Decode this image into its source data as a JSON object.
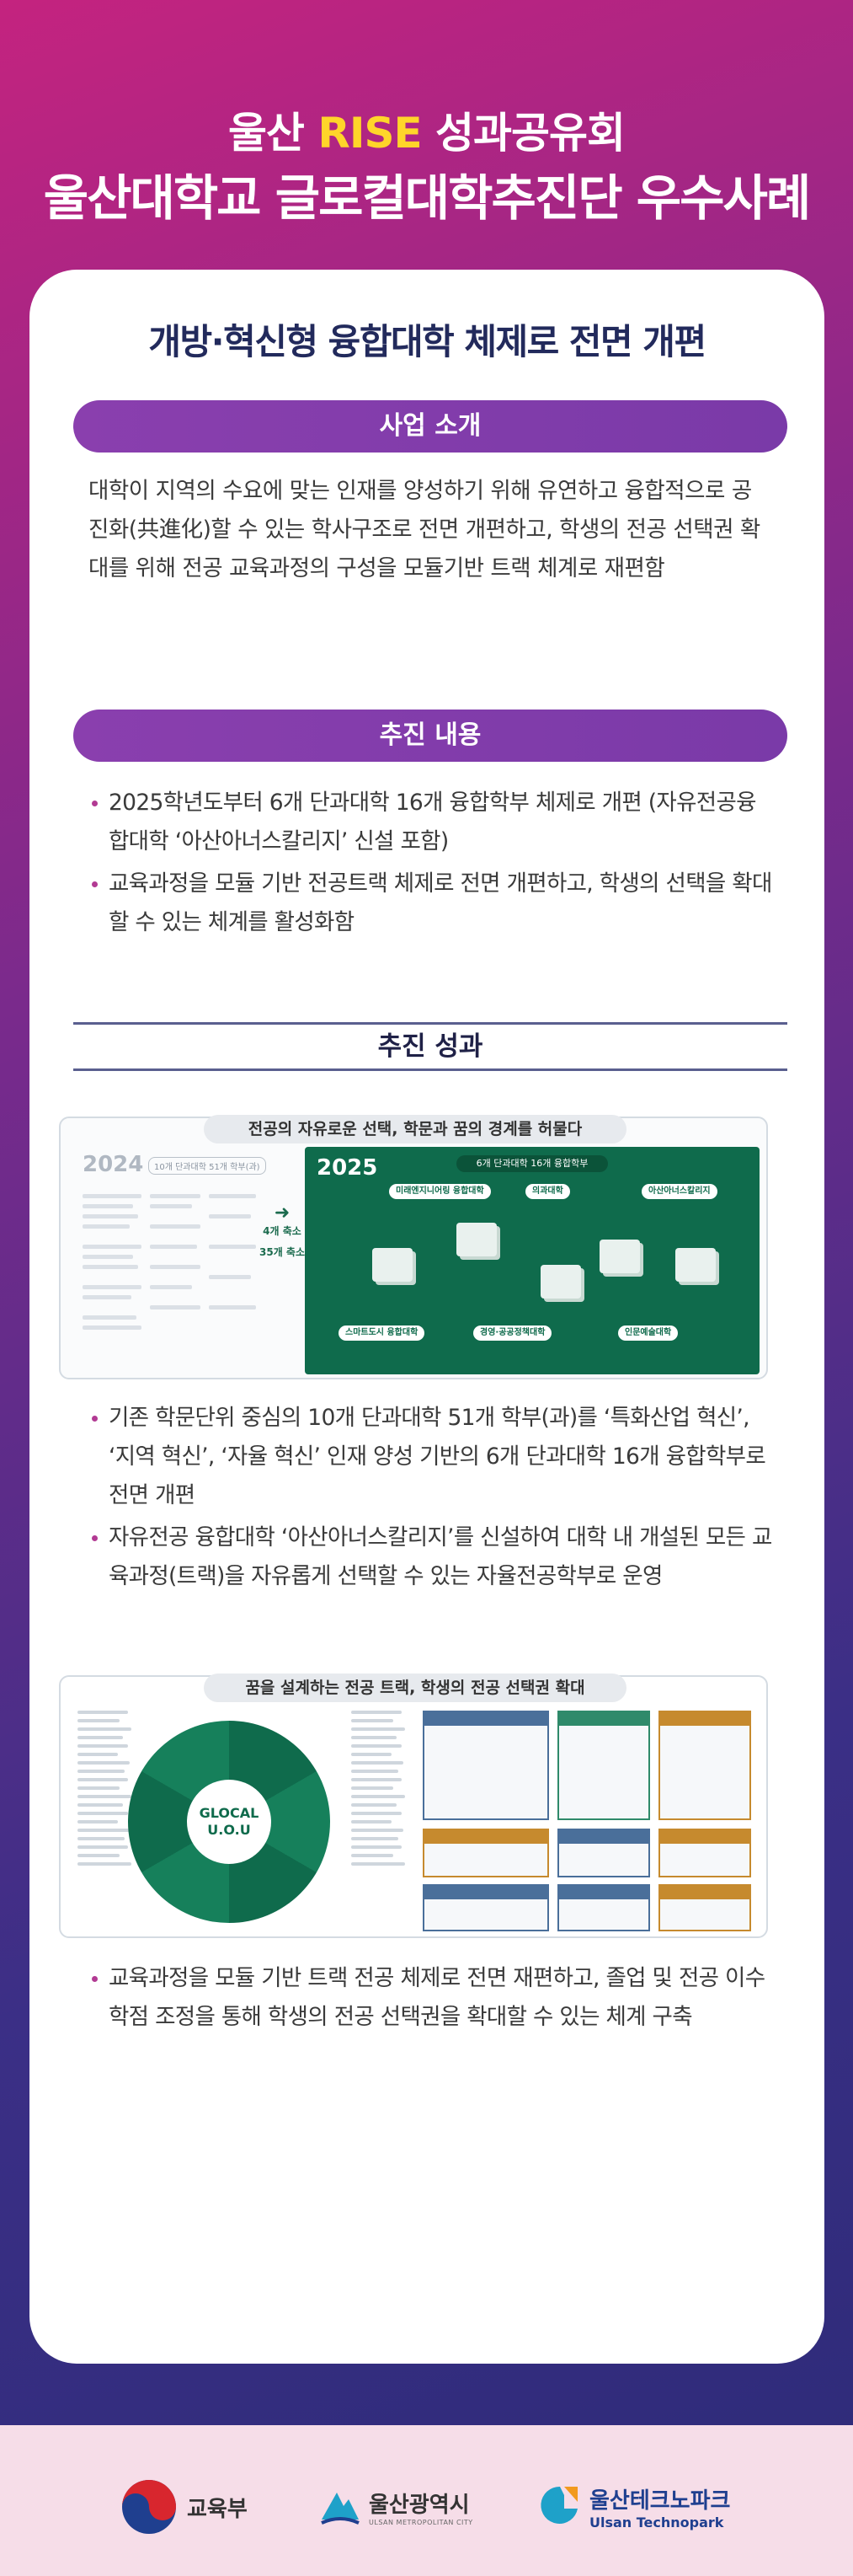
{
  "header": {
    "line1_pre": "울산 ",
    "line1_hl": "RISE",
    "line1_post": " 성과공유회",
    "line2": "울산대학교 글로컬대학추진단 우수사례"
  },
  "card": {
    "title": "개방·혁신형 융합대학 체제로 전면 개편",
    "intro": {
      "heading": "사업 소개",
      "text": "대학이 지역의 수요에 맞는 인재를 양성하기 위해 유연하고 융합적으로 공진화(共進化)할 수 있는 학사구조로 전면 개편하고, 학생의 전공 선택권 확대를 위해 전공 교육과정의 구성을 모듈기반 트랙 체계로 재편함"
    },
    "progress": {
      "heading": "추진 내용",
      "bullets": [
        "2025학년도부터 6개 단과대학 16개 융합학부 체제로 개편 (자유전공융합대학 ‘아산아너스칼리지’ 신설 포함)",
        "교육과정을 모듈 기반 전공트랙 체제로 전면 개편하고, 학생의 선택을 확대할 수 있는 체계를 활성화함"
      ]
    },
    "results": {
      "heading": "추진 성과",
      "infographic1": {
        "banner": "전공의 자유로운 선택, 학문과 꿈의 경계를 허물다",
        "left_year": "2024",
        "left_sub": "10개 단과대학 51개 학부(과)",
        "right_year": "2025",
        "right_badge": "6개 단과대학 16개 융합학부",
        "arrow_text1": "4개 축소",
        "arrow_text2": "35개 축소",
        "colleges_top": [
          "미래엔지니어링 융합대학",
          "의과대학",
          "아산아너스칼리지"
        ],
        "colleges_bottom": [
          "스마트도시 융합대학",
          "경영·공공정책대학",
          "인문예술대학"
        ]
      },
      "bullets1": [
        "기존 학문단위 중심의 10개 단과대학 51개 학부(과)를 ‘특화산업 혁신’, ‘지역 혁신’, ‘자율 혁신’ 인재 양성 기반의 6개 단과대학 16개 융합학부로 전면 개편",
        "자유전공 융합대학 ‘아산아너스칼리지’를 신설하여 대학 내 개설된 모든 교육과정(트랙)을 자유롭게 선택할 수 있는 자율전공학부로 운영"
      ],
      "infographic2": {
        "banner": "꿈을 설계하는 전공 트랙, 학생의 전공 선택권 확대",
        "wheel_center": "GLOCAL U.O.U"
      },
      "bullets2": [
        "교육과정을 모듈 기반 트랙 전공 체제로 전면 재편하고, 졸업 및 전공 이수학점 조정을 통해 학생의 전공 선택권을 확대할 수 있는 체계 구축"
      ]
    }
  },
  "footer": {
    "logo1": "교육부",
    "logo2": "울산광역시",
    "logo2_sub": "ULSAN METROPOLITAN CITY",
    "logo3": "울산테크노파크",
    "logo3_sub": "Ulsan Technopark"
  },
  "colors": {
    "pill": "#8a3fae",
    "green": "#0f6b4c",
    "bullet": "#b23a93",
    "highlight": "#ffd52a"
  }
}
